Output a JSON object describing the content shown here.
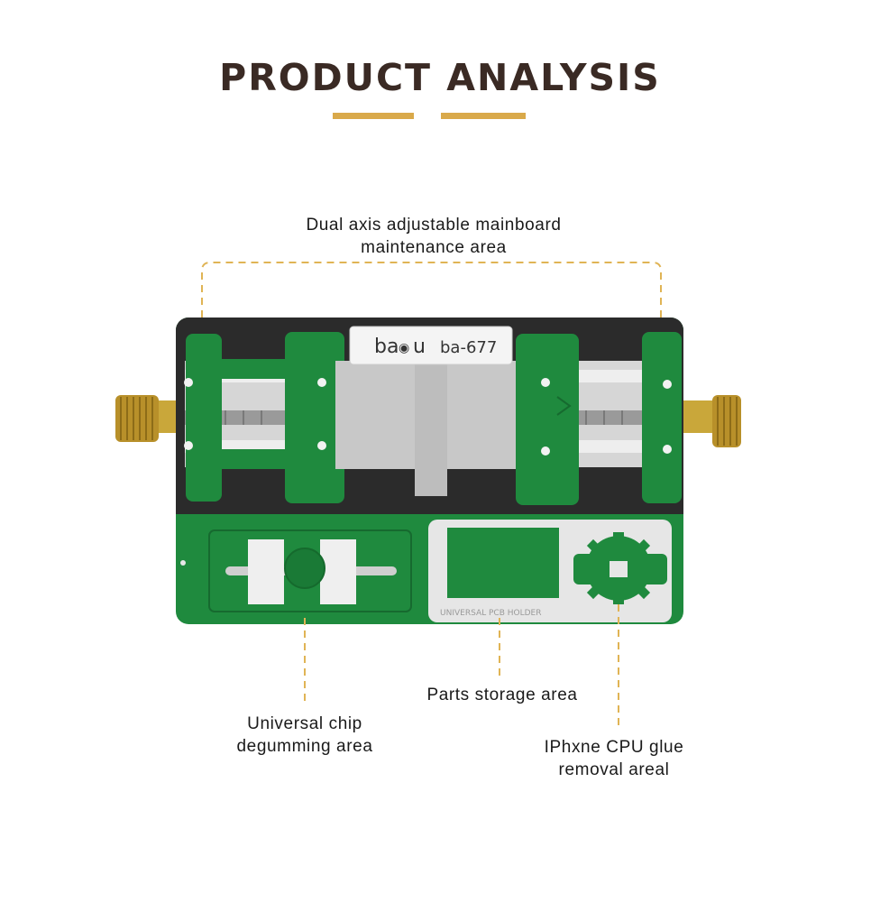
{
  "header": {
    "title": "PRODUCT ANALYSIS",
    "accent_color": "#d9a94a",
    "title_color": "#3a2a24"
  },
  "device": {
    "brand": "ba",
    "brand_suffix": "u",
    "model": "ba-677",
    "holder_caption": "UNIVERSAL PCB HOLDER",
    "board_color": "#1f8a3e",
    "plate_color": "#e6e6e6"
  },
  "callouts": {
    "top": {
      "line1": "Dual axis adjustable mainboard",
      "line2": "maintenance area"
    },
    "chip": {
      "line1": "Universal chip",
      "line2": "degumming area"
    },
    "storage": {
      "line1": "Parts storage area"
    },
    "cpu": {
      "line1": "IPhxne CPU glue",
      "line2": "removal areal"
    }
  }
}
